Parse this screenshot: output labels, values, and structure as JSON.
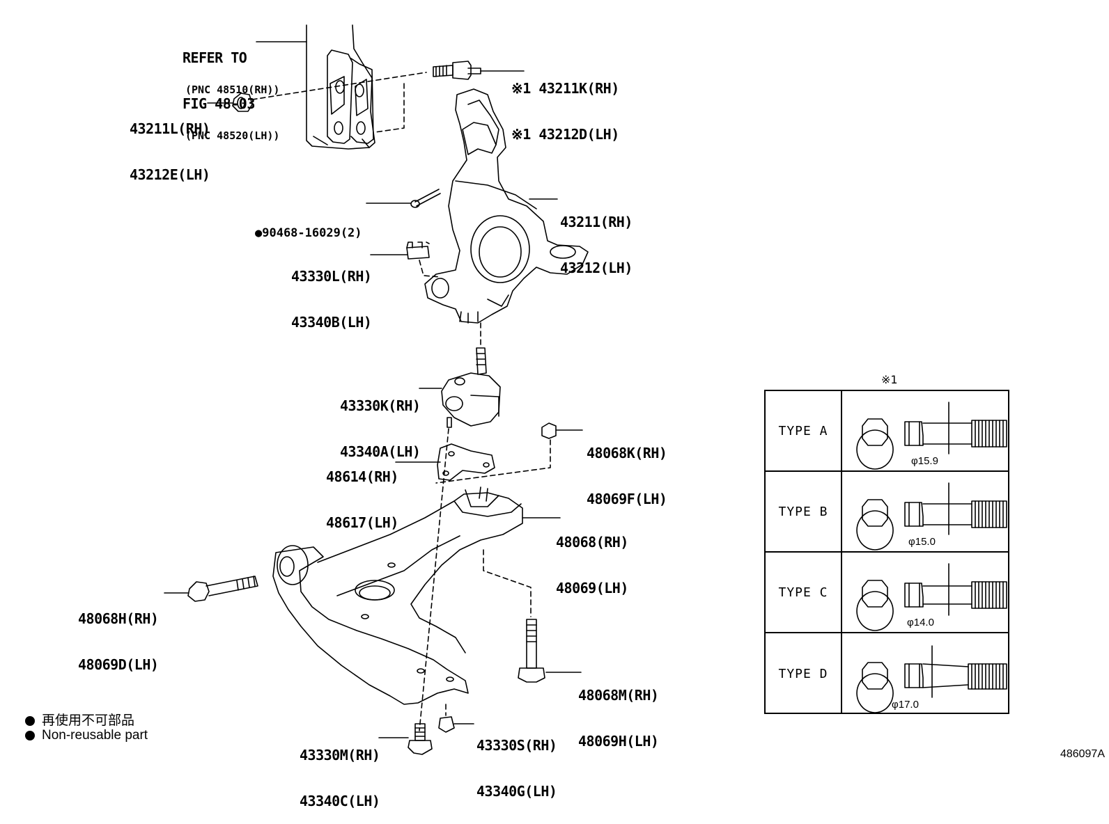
{
  "refer": {
    "line1": "REFER TO",
    "line2": "FIG 48-03",
    "line3": "(PNC 48510(RH))",
    "line4": "(PNC 48520(LH))"
  },
  "callouts": [
    {
      "id": "bolt_top",
      "rh": "※1 43211K(RH)",
      "lh": "※1 43212D(LH)"
    },
    {
      "id": "nut_top",
      "rh": "43211L(RH)",
      "lh": "43212E(LH)"
    },
    {
      "id": "cotter_pin",
      "rh": "●90468-16029(2)",
      "lh": ""
    },
    {
      "id": "knuckle",
      "rh": "43211(RH)",
      "lh": "43212(LH)"
    },
    {
      "id": "nut_ball",
      "rh": "43330L(RH)",
      "lh": "43340B(LH)"
    },
    {
      "id": "ball_joint",
      "rh": "43330K(RH)",
      "lh": "43340A(LH)"
    },
    {
      "id": "nut_arm",
      "rh": "48068K(RH)",
      "lh": "48069F(LH)"
    },
    {
      "id": "plate",
      "rh": "48614(RH)",
      "lh": "48617(LH)"
    },
    {
      "id": "lower_arm",
      "rh": "48068(RH)",
      "lh": "48069(LH)"
    },
    {
      "id": "bolt_arm_front",
      "rh": "48068H(RH)",
      "lh": "48069D(LH)"
    },
    {
      "id": "bolt_arm_rear",
      "rh": "48068M(RH)",
      "lh": "48069H(LH)"
    },
    {
      "id": "bolt_ball",
      "rh": "43330M(RH)",
      "lh": "43340C(LH)"
    },
    {
      "id": "nut_ball_lower",
      "rh": "43330S(RH)",
      "lh": "43340G(LH)"
    }
  ],
  "legend": {
    "jp": "再使用不可部品",
    "en": "Non-reusable part"
  },
  "type_table": {
    "title": "※1",
    "rows": [
      {
        "type": "TYPE  A",
        "diameter": "φ15.9"
      },
      {
        "type": "TYPE  B",
        "diameter": "φ15.0"
      },
      {
        "type": "TYPE  C",
        "diameter": "φ14.0"
      },
      {
        "type": "TYPE  D",
        "diameter": "φ17.0"
      }
    ]
  },
  "figure_number": "486097A"
}
